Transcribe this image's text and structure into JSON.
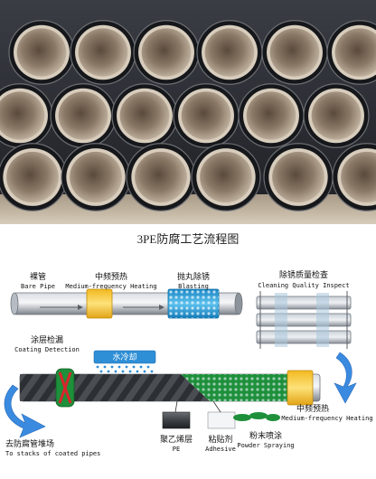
{
  "title": "3PE防腐工艺流程图",
  "steps": {
    "bare_pipe": {
      "cn": "裸管",
      "en": "Bare Pipe"
    },
    "heating_1": {
      "cn": "中频预热",
      "en": "Medium-frequency Heating"
    },
    "blasting": {
      "cn": "抛丸除锈",
      "en": "Blasting"
    },
    "inspect": {
      "cn": "除锈质量检查",
      "en": "Cleaning Quality Inspect"
    },
    "detection": {
      "cn": "涂层检漏",
      "en": "Coating Detection"
    },
    "water_cooling": {
      "cn": "水冷却"
    },
    "heating_2": {
      "cn": "中频预热",
      "en": "Medium-frequency Heating"
    },
    "pe": {
      "cn": "聚乙烯层",
      "en": "PE"
    },
    "adhesive": {
      "cn": "粘贴剂",
      "en": "Adhesive"
    },
    "powder": {
      "cn": "粉末喷涂",
      "en": "Powder Spraying"
    },
    "stacks": {
      "cn": "去防腐管堆场",
      "en": "To stacks of coated pipes"
    }
  },
  "colors": {
    "heating_band": "#f6cf3a",
    "blasting_band": "#2e9fd6",
    "water": "#2f8fd6",
    "arrow": "#3a8be0",
    "epoxy_green": "#1e8f3a",
    "detector_red": "#d7262b",
    "pipe_dark": "#3b3b3b"
  }
}
